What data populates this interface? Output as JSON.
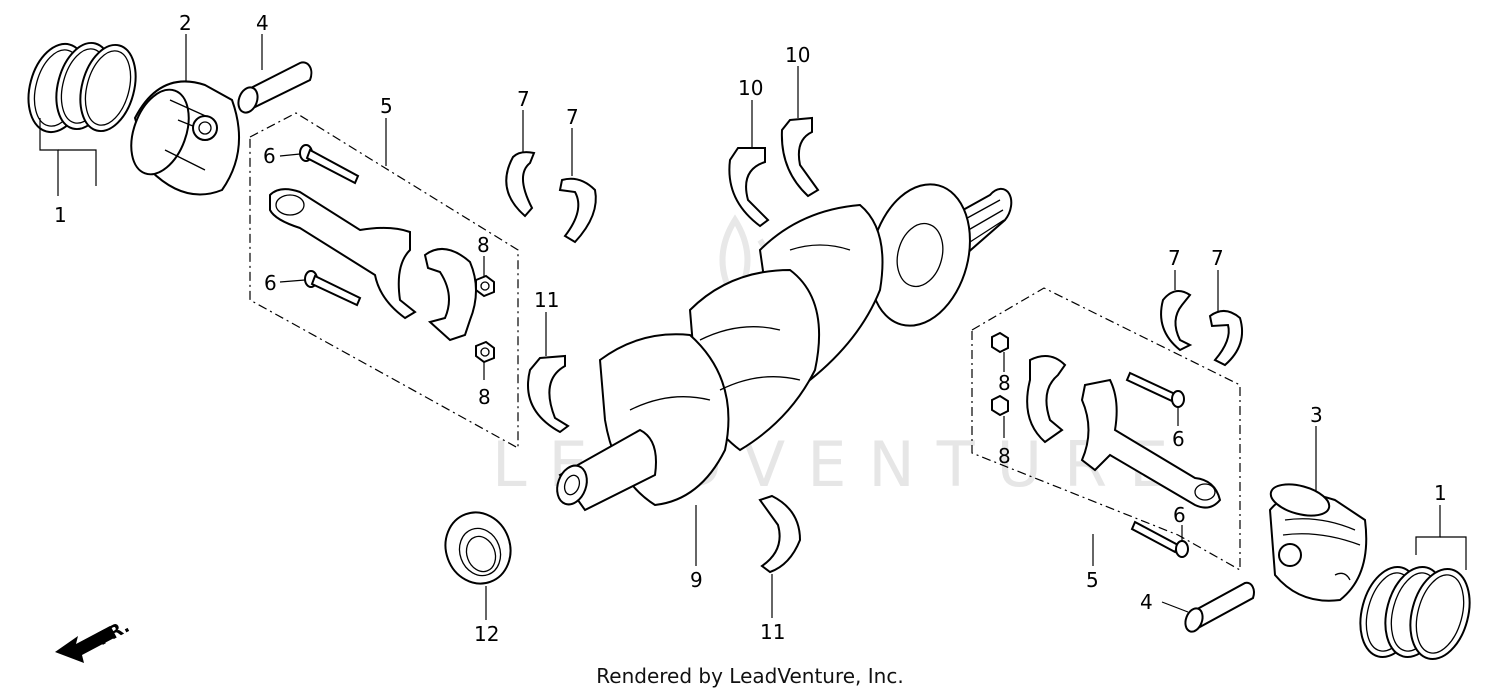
{
  "watermark": "LEADVENTURE",
  "footer": "Rendered by LeadVenture, Inc.",
  "front_marker": "FR.",
  "callouts": {
    "piston_rings_left": "1",
    "piston_left": "2",
    "piston_pin_left": "4",
    "conrod_set_left": "5",
    "conrod_bolt_left_upper": "6",
    "conrod_bolt_left_lower": "6",
    "bearing_left_upper_a": "7",
    "bearing_left_upper_b": "7",
    "nut_left_upper": "8",
    "nut_left_lower": "8",
    "crankshaft": "9",
    "thrust_washer_a": "10",
    "thrust_washer_b": "10",
    "main_bearing_left": "11",
    "main_bearing_bottom": "11",
    "oil_seal": "12",
    "bearing_right_a": "7",
    "bearing_right_b": "7",
    "nut_right_upper": "8",
    "nut_right_lower": "8",
    "conrod_bolt_right_upper": "6",
    "conrod_bolt_right_lower": "6",
    "conrod_set_right": "5",
    "piston_right": "3",
    "piston_pin_right": "4",
    "piston_rings_right": "1"
  }
}
